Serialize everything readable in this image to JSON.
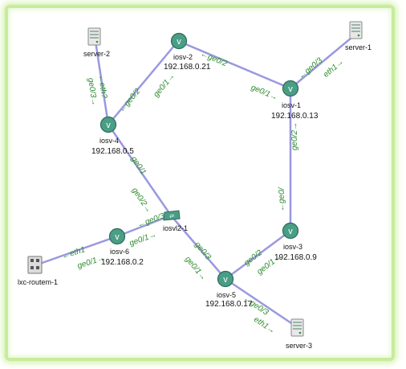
{
  "nodes": {
    "server_1": {
      "name": "server-1"
    },
    "server_2": {
      "name": "server-2"
    },
    "server_3": {
      "name": "server-3"
    },
    "iosv_1": {
      "name": "iosv-1",
      "ip": "192.168.0.13"
    },
    "iosv_2": {
      "name": "iosv-2",
      "ip": "192.168.0.21"
    },
    "iosv_3": {
      "name": "iosv-3",
      "ip": "192.168.0.9"
    },
    "iosv_4": {
      "name": "iosv-4",
      "ip": "192.168.0.5"
    },
    "iosv_5": {
      "name": "iosv-5",
      "ip": "192.168.0.17"
    },
    "iosv_6": {
      "name": "iosv-6",
      "ip": "192.168.0.2"
    },
    "iosvl2_1": {
      "name": "iosvl2-1"
    },
    "lxc_routem_1": {
      "name": "lxc-routem-1"
    }
  },
  "ports": {
    "p_iosv2_ge0_2": "←ge0/2",
    "p_iosv1_ge0_1": "ge0/1→",
    "p_iosv1_ge0_3": "←ge0/3",
    "p_server1_eth1": "eth1→",
    "p_iosv1_ge0_2": "ge0/2→",
    "p_iosv3_ge0": "←ge0/",
    "p_iosv2_ge0_1": "ge0/1→",
    "p_iosv4_ge0_2": "←ge0/2",
    "p_server2_eth": "←eth?",
    "p_iosv4_ge0_3": "ge0/3→",
    "p_iosv4_ge0_1": "ge0/1",
    "p_l2_ge0_2": "ge0/2→",
    "p_l2_ge0_3": "←ge0/3",
    "p_iosv6_ge0_1": "ge0/1→",
    "p_lxc_eth1": "←eth1",
    "p_iosv6_ge0_1b": "ge0/1→",
    "p_iosv5_ge0_3": "ge0/3",
    "p_iosv5_ge0_1": "ge0/1→",
    "p_iosv3_ge0_2": "ge0/2",
    "p_iosv5_ge0_1b": "ge0/1→",
    "p_iosv5_ge0_3b": "←ge0/3",
    "p_server3_eth1": "eth1→"
  },
  "colors": {
    "link": "#9a98e0",
    "port_text": "#2b8a2b",
    "frame": "#c8ec9c",
    "router": "#4a9e86"
  }
}
